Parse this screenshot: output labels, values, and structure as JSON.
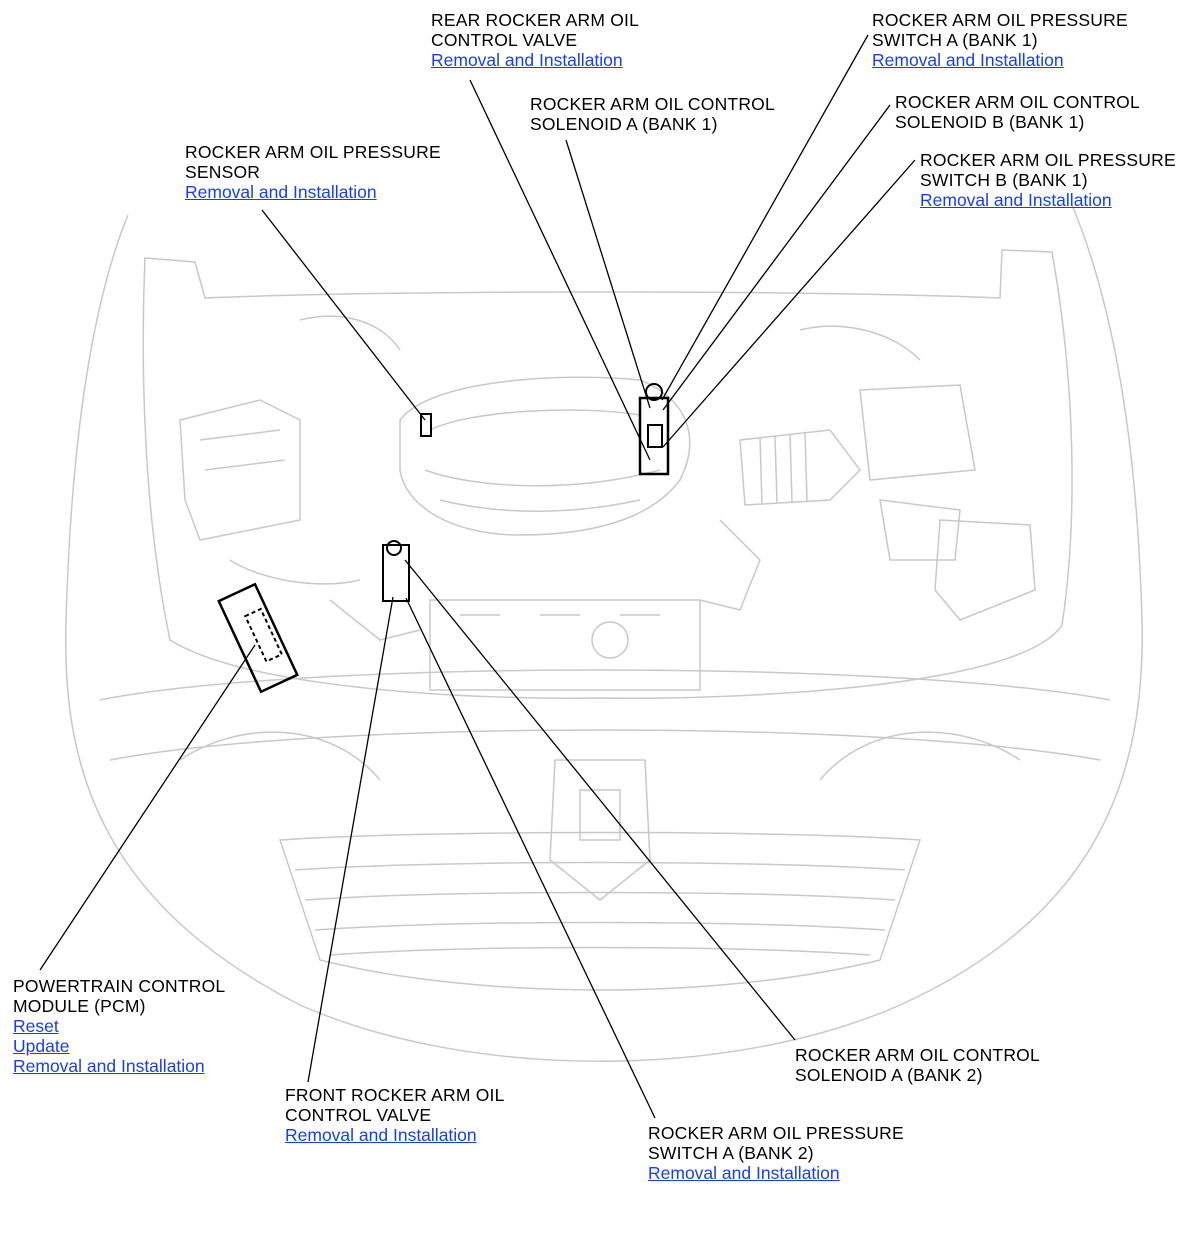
{
  "diagram": {
    "callouts": [
      {
        "id": "rear-valve",
        "lines": [
          "REAR ROCKER ARM OIL",
          "CONTROL VALVE"
        ],
        "links": [
          "Removal and Installation"
        ]
      },
      {
        "id": "sw-a-b1",
        "lines": [
          "ROCKER ARM OIL PRESSURE",
          "SWITCH A (BANK 1)"
        ],
        "links": [
          "Removal and Installation"
        ]
      },
      {
        "id": "sol-a-b1",
        "lines": [
          "ROCKER ARM OIL CONTROL",
          "SOLENOID A (BANK 1)"
        ],
        "links": []
      },
      {
        "id": "sol-b-b1",
        "lines": [
          "ROCKER ARM OIL CONTROL",
          "SOLENOID B (BANK 1)"
        ],
        "links": []
      },
      {
        "id": "pressure-sensor",
        "lines": [
          "ROCKER ARM OIL PRESSURE",
          "SENSOR"
        ],
        "links": [
          "Removal and Installation"
        ]
      },
      {
        "id": "sw-b-b1",
        "lines": [
          "ROCKER ARM OIL PRESSURE",
          "SWITCH B (BANK 1)"
        ],
        "links": [
          "Removal and Installation"
        ]
      },
      {
        "id": "pcm",
        "lines": [
          "POWERTRAIN CONTROL",
          "MODULE (PCM)"
        ],
        "links": [
          "Reset",
          "Update",
          "Removal and Installation"
        ]
      },
      {
        "id": "sol-a-b2",
        "lines": [
          "ROCKER ARM OIL CONTROL",
          "SOLENOID A (BANK 2)"
        ],
        "links": []
      },
      {
        "id": "front-valve",
        "lines": [
          "FRONT ROCKER ARM OIL",
          "CONTROL VALVE"
        ],
        "links": [
          "Removal and Installation"
        ]
      },
      {
        "id": "sw-a-b2",
        "lines": [
          "ROCKER ARM OIL PRESSURE",
          "SWITCH A (BANK 2)"
        ],
        "links": [
          "Removal and Installation"
        ]
      }
    ]
  }
}
